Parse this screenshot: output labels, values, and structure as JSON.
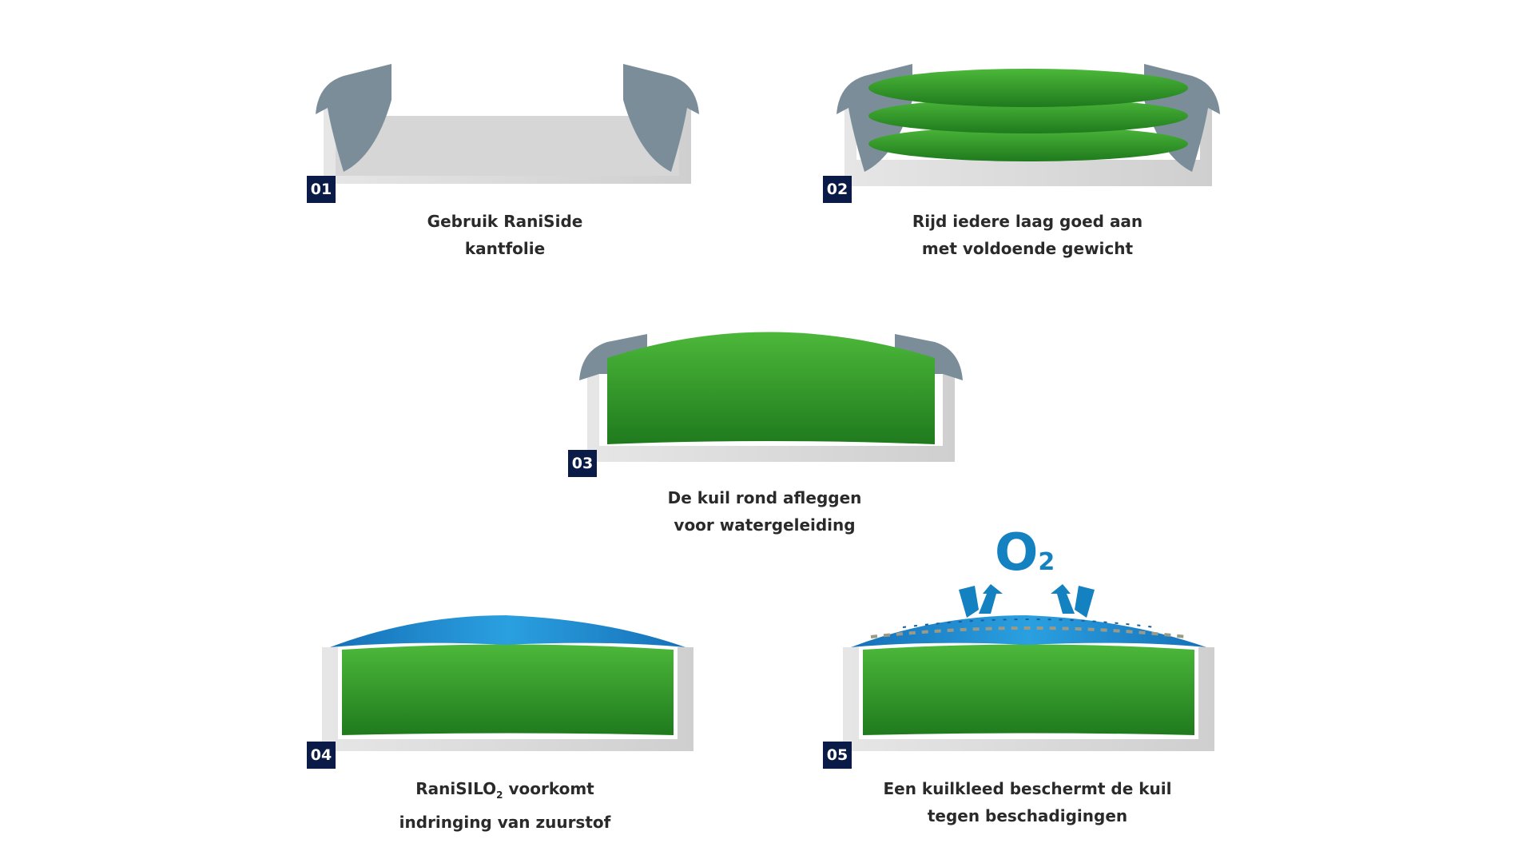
{
  "steps": [
    {
      "number": "01",
      "line1": "Gebruik RaniSide",
      "line2": "kantfolie"
    },
    {
      "number": "02",
      "line1": "Rijd iedere laag goed aan",
      "line2": "met voldoende gewicht"
    },
    {
      "number": "03",
      "line1": "De kuil rond afleggen",
      "line2": "voor watergeleiding"
    },
    {
      "number": "04",
      "line1_a": "RaniSILO",
      "line1_sub": "2",
      "line1_b": " voorkomt",
      "line2": "indringing van zuurstof"
    },
    {
      "number": "05",
      "line1": "Een kuilkleed beschermt de kuil",
      "line2": "tegen beschadigingen"
    }
  ],
  "oxygen": {
    "symbol": "O",
    "sub": "2"
  },
  "colors": {
    "badge": "#0b1b48",
    "grass": "#2f9a2a",
    "film": "#1a8bd0",
    "side_foil": "#7a8c99",
    "concrete": "#dcdcdc"
  }
}
